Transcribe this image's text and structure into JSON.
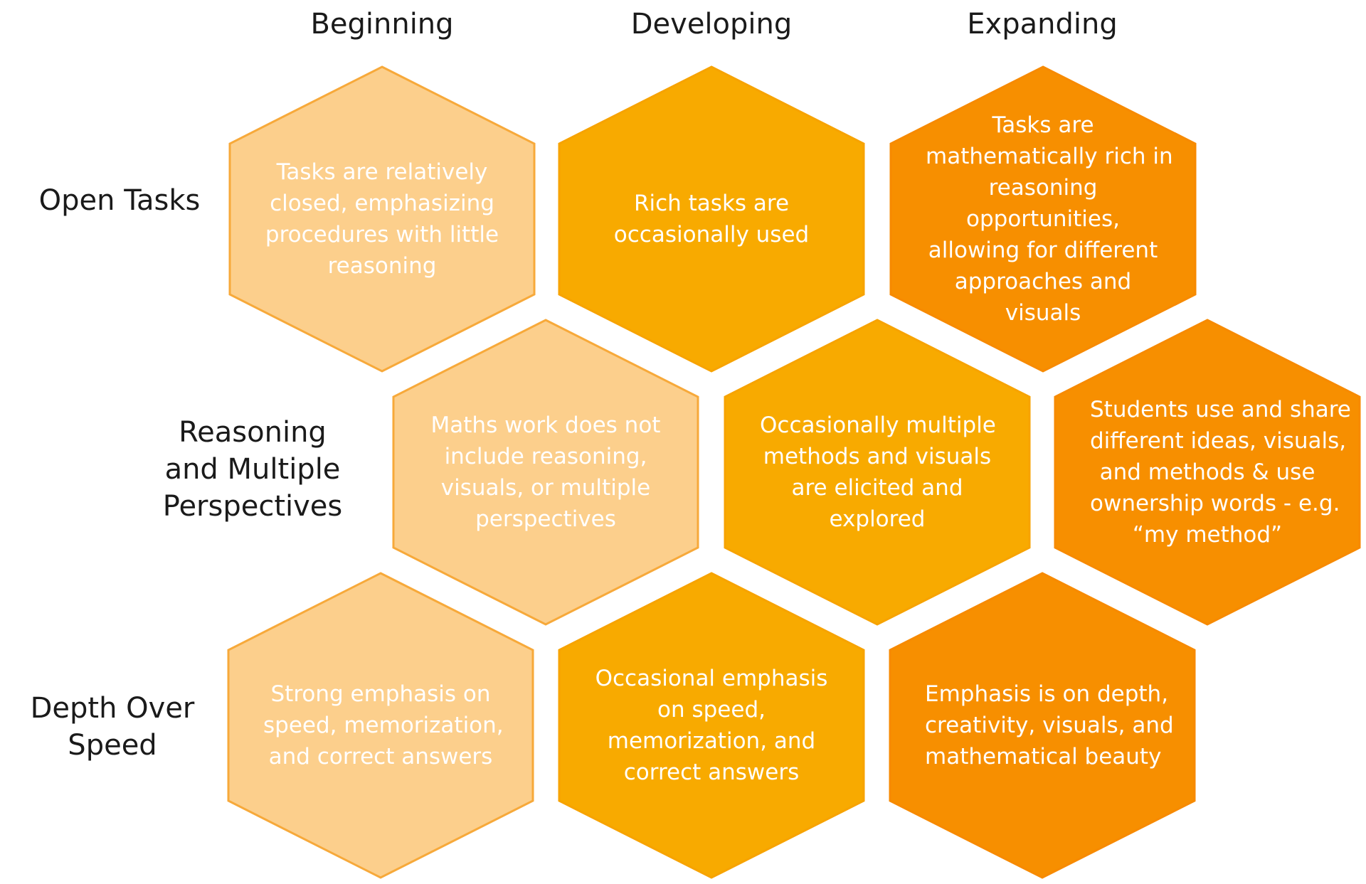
{
  "columns": [
    {
      "label": "Beginning",
      "fill": "#FCCF8C",
      "stroke": "#F7A93A",
      "text_color": "#FFFFFF"
    },
    {
      "label": "Developing",
      "fill": "#F8AA00",
      "stroke": "#F7A300",
      "text_color": "#FFFFFF"
    },
    {
      "label": "Expanding",
      "fill": "#F78F00",
      "stroke": "#F78A00",
      "text_color": "#FFFFFF"
    }
  ],
  "rows": [
    {
      "label_lines": [
        "Open Tasks"
      ],
      "cells": [
        {
          "lines": [
            "Tasks are relatively",
            "closed, emphasizing",
            "procedures with little",
            "reasoning"
          ]
        },
        {
          "lines": [
            "Rich tasks are",
            "occasionally used"
          ]
        },
        {
          "lines": [
            "Tasks are",
            "mathematically rich in",
            "reasoning",
            "opportunities,",
            "allowing for different",
            "approaches and",
            "visuals"
          ]
        }
      ]
    },
    {
      "label_lines": [
        "Reasoning",
        "and Multiple",
        "Perspectives"
      ],
      "cells": [
        {
          "lines": [
            "Maths work does not",
            "include reasoning,",
            "visuals, or multiple",
            "perspectives"
          ]
        },
        {
          "lines": [
            "Occasionally multiple",
            "methods and visuals",
            "are elicited and",
            "explored"
          ]
        },
        {
          "lines": [
            "Students use and share",
            "different ideas, visuals,",
            "and methods & use",
            "ownership words - e.g.",
            "“my method”"
          ]
        }
      ]
    },
    {
      "label_lines": [
        "Depth Over",
        "Speed"
      ],
      "cells": [
        {
          "lines": [
            "Strong emphasis on",
            "speed, memorization,",
            "and correct answers"
          ]
        },
        {
          "lines": [
            "Occasional emphasis",
            "on speed,",
            "memorization, and",
            "correct answers"
          ]
        },
        {
          "lines": [
            "Emphasis is on depth,",
            "creativity, visuals, and",
            "mathematical beauty"
          ]
        }
      ]
    }
  ]
}
